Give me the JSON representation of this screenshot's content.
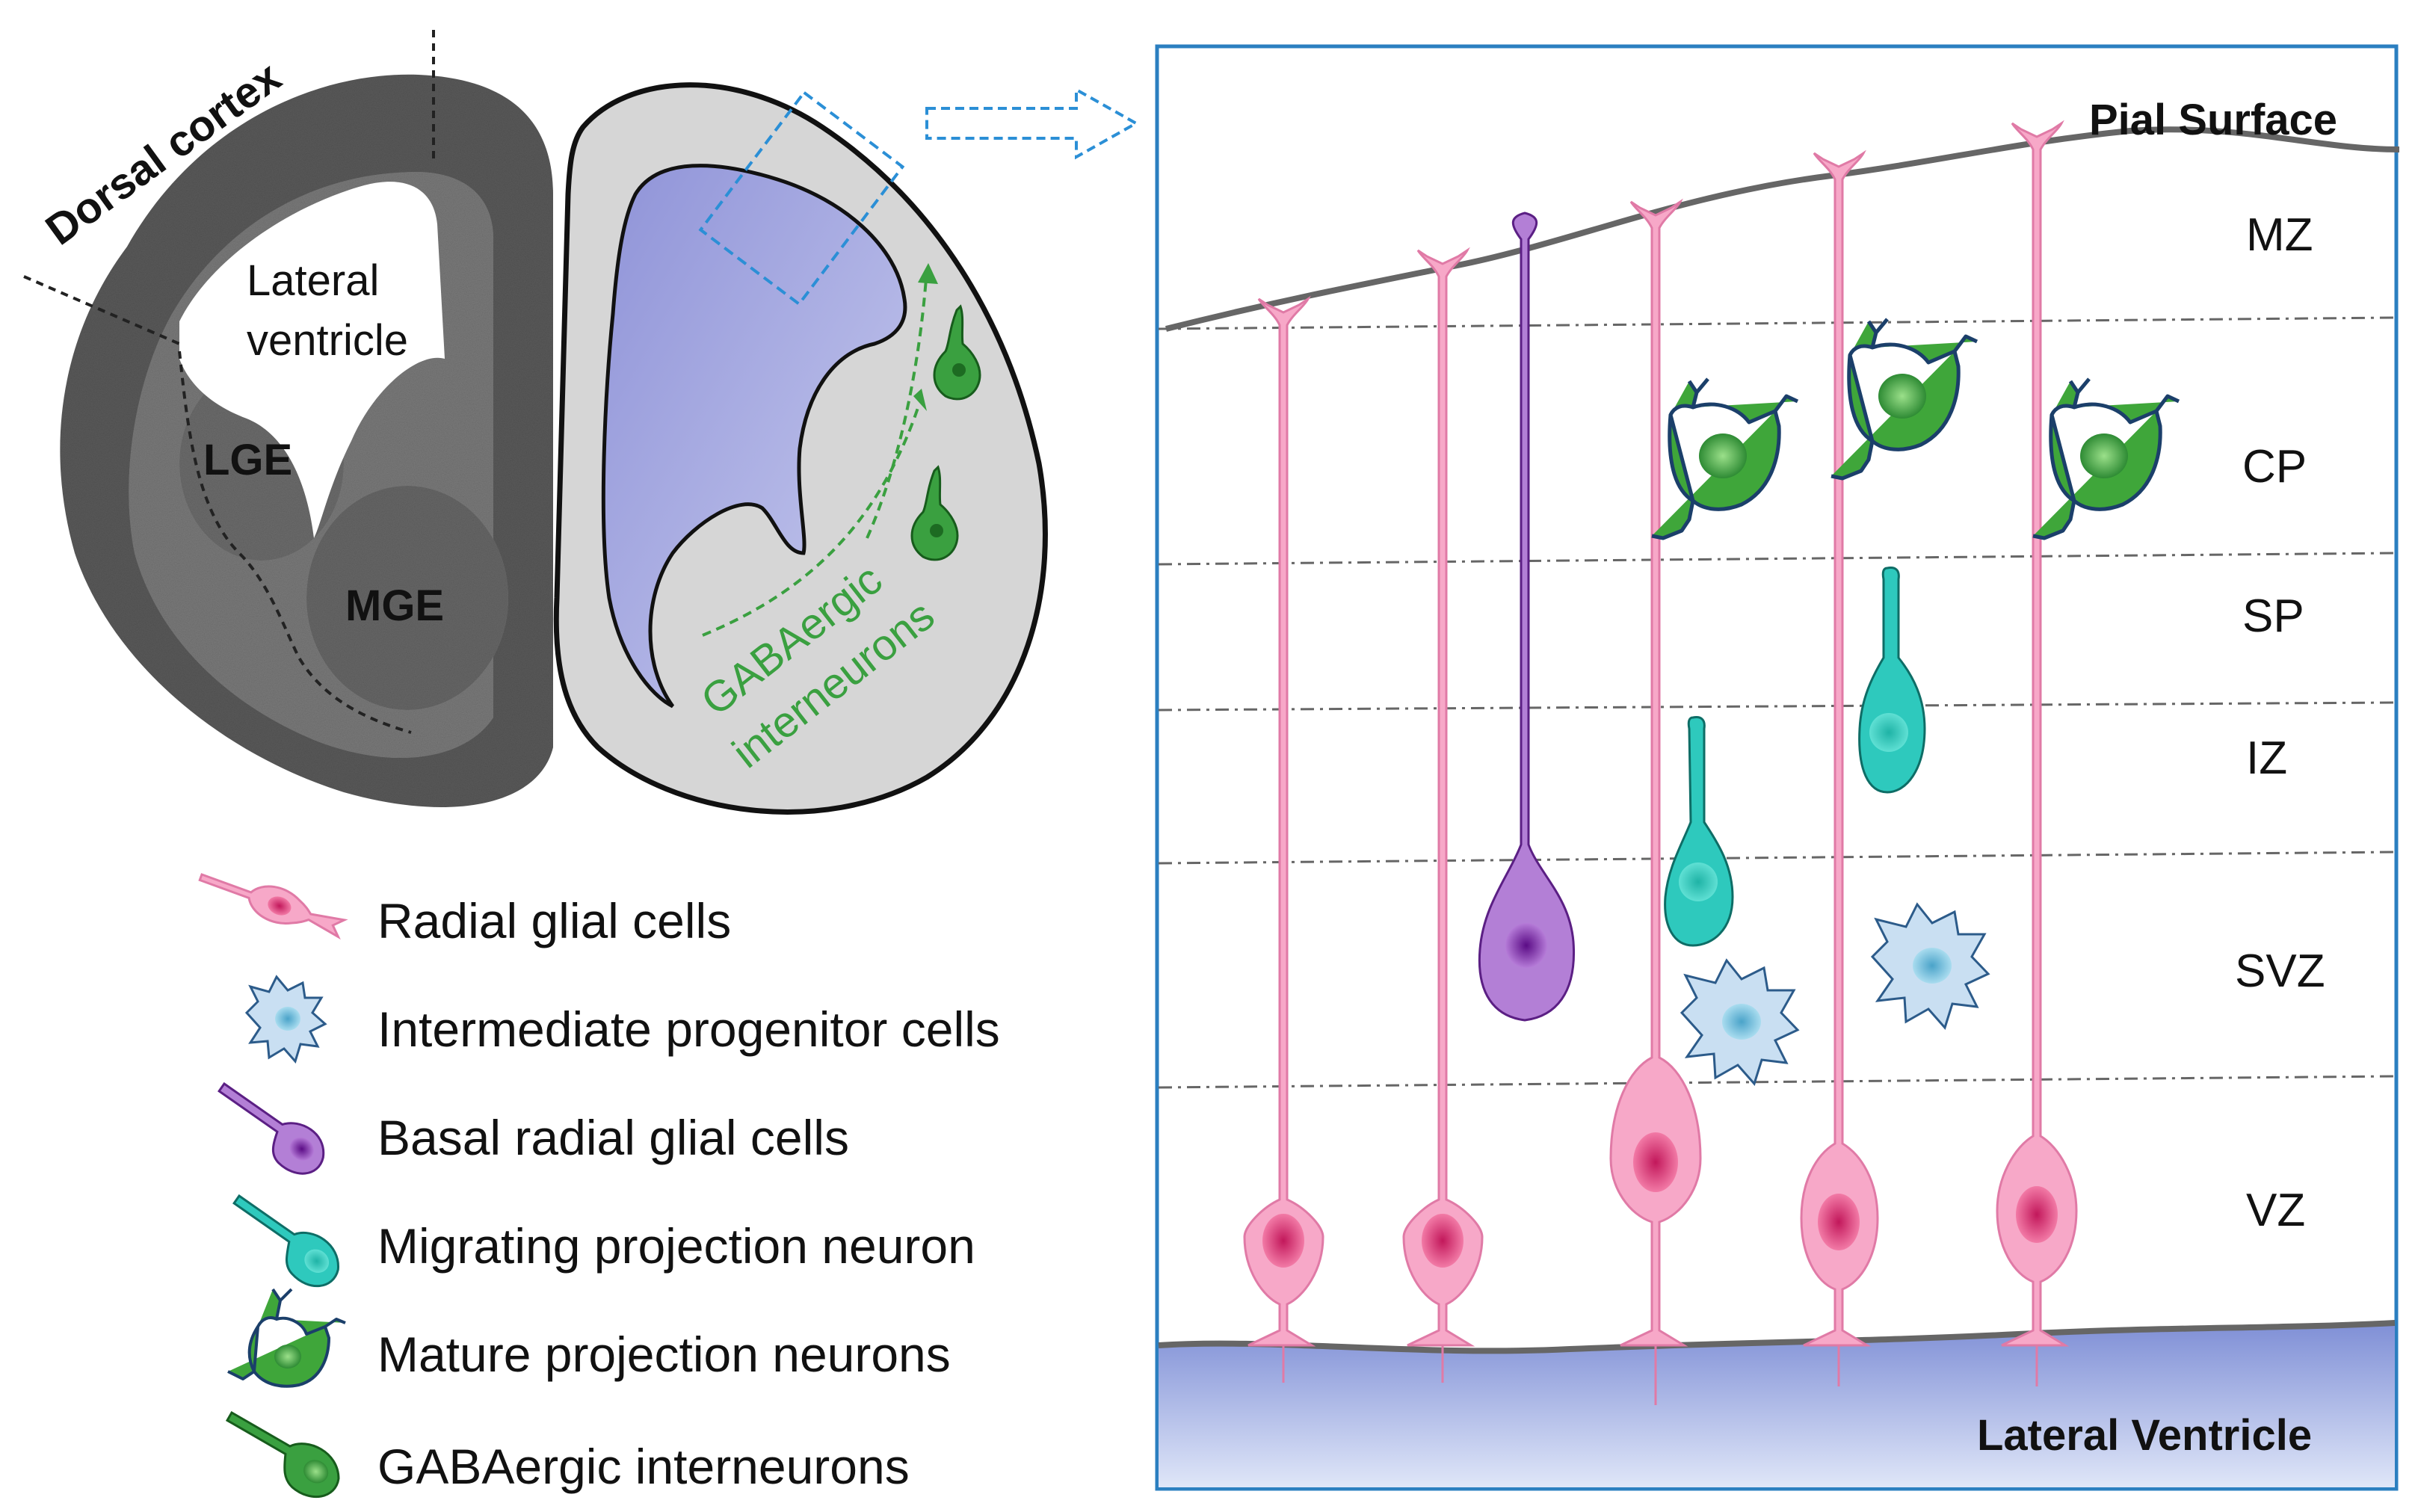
{
  "brain_section": {
    "dorsal_cortex_label": "Dorsal cortex",
    "lateral_ventricle_label_line1": "Lateral",
    "lateral_ventricle_label_line2": "ventricle",
    "lge_label": "LGE",
    "mge_label": "MGE"
  },
  "schematic": {
    "gabaergic_label_line1": "GABAergic",
    "gabaergic_label_line2": "interneurons"
  },
  "legend": {
    "items": [
      {
        "label": "Radial glial cells",
        "icon": "radial-glial-cell-icon"
      },
      {
        "label": "Intermediate progenitor cells",
        "icon": "intermediate-progenitor-cell-icon"
      },
      {
        "label": "Basal radial glial cells",
        "icon": "basal-radial-glial-cell-icon"
      },
      {
        "label": "Migrating projection neuron",
        "icon": "migrating-projection-neuron-icon"
      },
      {
        "label": "Mature projection neurons",
        "icon": "mature-projection-neuron-icon"
      },
      {
        "label": "GABAergic interneurons",
        "icon": "gabaergic-interneuron-icon"
      }
    ]
  },
  "cortex_panel": {
    "pial_surface_label": "Pial Surface",
    "lateral_ventricle_label": "Lateral Ventricle",
    "layers": [
      "MZ",
      "CP",
      "SP",
      "IZ",
      "SVZ",
      "VZ"
    ]
  },
  "colors": {
    "radial_glia": "#f7a8c8",
    "radial_glia_stroke": "#e07aa6",
    "radial_glia_nucleus": "#e85c8c",
    "progenitor": "#c9dff2",
    "progenitor_nucleus": "#7fc3dd",
    "basal_rg": "#b37fd6",
    "basal_rg_nucleus": "#7b1fa2",
    "migrating": "#2ec9bd",
    "mature": "#3fa63a",
    "gaba_green": "#3aa040",
    "ventricle_blue": "#aab0e6",
    "panel_border": "#2b7fc0",
    "section_gray": "#d6d6d6"
  }
}
